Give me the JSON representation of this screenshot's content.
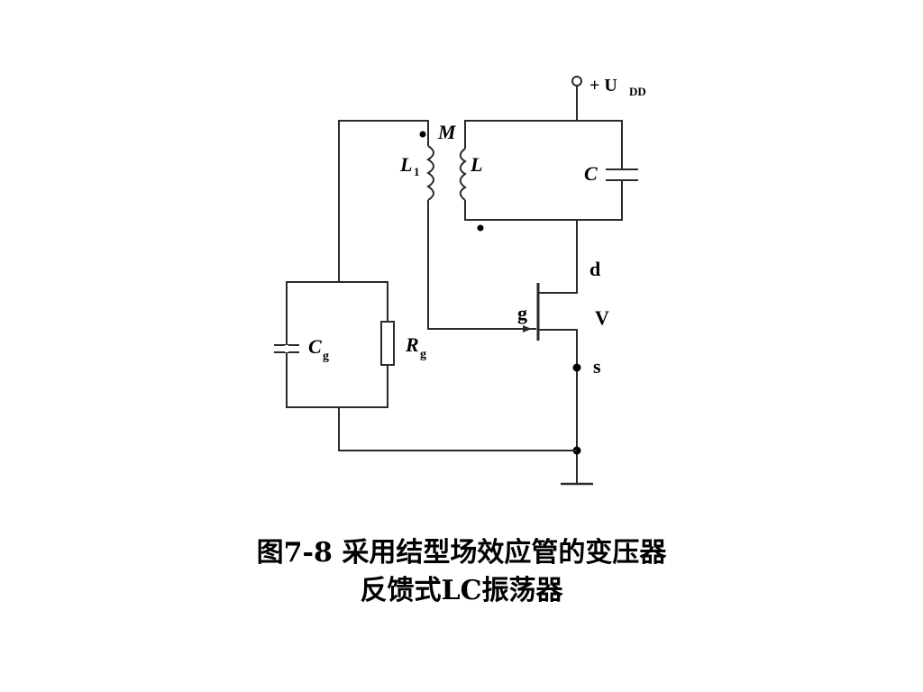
{
  "diagram": {
    "labels": {
      "supply": "+ U",
      "supply_sub": "DD",
      "mutual": "M",
      "l1": "L",
      "l1_sub": "1",
      "l": "L",
      "c": "C",
      "drain": "d",
      "gate": "g",
      "transistor": "V",
      "source": "s",
      "cg": "C",
      "cg_sub": "g",
      "rg": "R",
      "rg_sub": "g"
    }
  },
  "caption": {
    "line1": "图7-8  采用结型场效应管的变压器",
    "line2": "反馈式LC振荡器"
  }
}
